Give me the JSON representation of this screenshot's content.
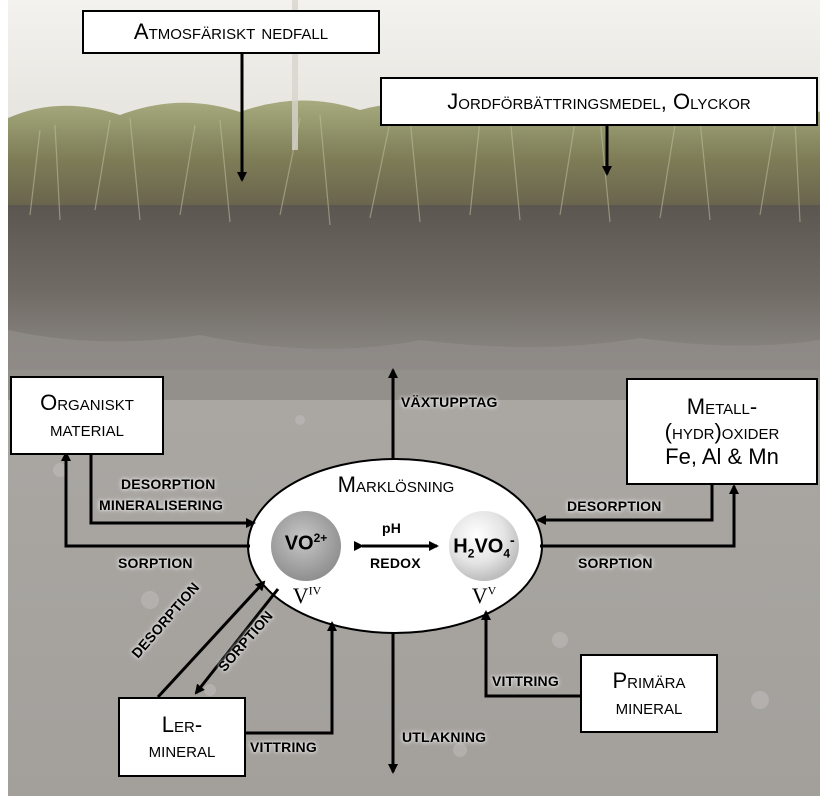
{
  "boxes": {
    "atmospheric": "Atmosfäriskt nedfall",
    "soil_amendment": "Jordförbättringsmedel, Olyckor",
    "organic_line1": "Organiskt",
    "organic_line2": "material",
    "metal_line1": "Metall-",
    "metal_line2": "(hydr)oxider",
    "metal_line3": "Fe, Al & Mn",
    "primary_line1": "Primära",
    "primary_line2": "mineral",
    "clay_line1": "Ler-",
    "clay_line2": "mineral"
  },
  "center": {
    "title": "Marklösning",
    "left_species_base": "VO",
    "left_species_charge": "2+",
    "left_oxidation": "V",
    "left_oxidation_sup": "IV",
    "right_species_h": "H",
    "right_species_2": "2",
    "right_species_vo": "VO",
    "right_species_4": "4",
    "right_species_charge": "-",
    "right_oxidation": "V",
    "right_oxidation_sup": "V",
    "ph": "pH",
    "redox": "REDOX"
  },
  "labels": {
    "vaxtupptag": "VÄXTUPPTAG",
    "desorption_left": "DESORPTION",
    "mineralisering": "MINERALISERING",
    "sorption_left": "SORPTION",
    "desorption_right": "DESORPTION",
    "sorption_right": "SORPTION",
    "desorption_diag": "DESORPTION",
    "sorption_diag": "SORPTION",
    "vittring_clay": "VITTRING",
    "vittring_primary": "VITTRING",
    "utlakning": "UTLAKNING"
  }
}
